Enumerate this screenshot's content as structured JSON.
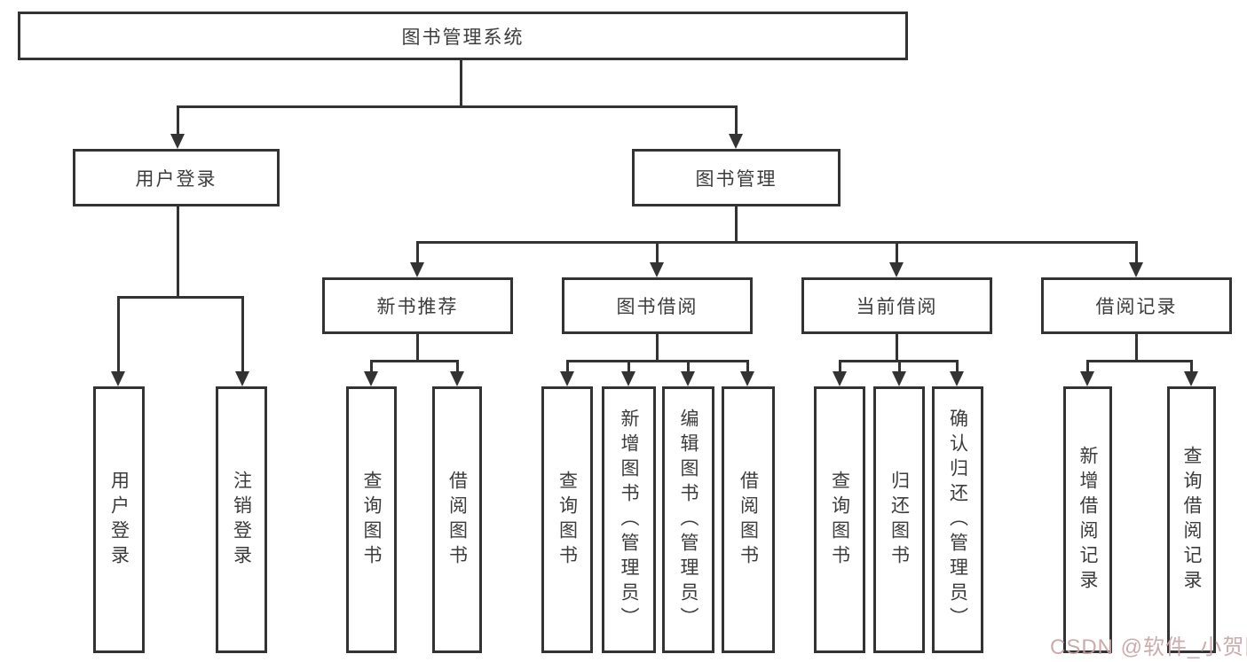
{
  "colors": {
    "line": "#333333",
    "text": "#3c3c3c",
    "watermark": "#c6a2a2"
  },
  "root": {
    "label": "图书管理系统"
  },
  "login": {
    "label": "用户登录",
    "children": [
      {
        "label": "用户登录"
      },
      {
        "label": "注销登录"
      }
    ]
  },
  "mgmt": {
    "label": "图书管理",
    "groups": [
      {
        "label": "新书推荐",
        "children": [
          {
            "label": "查询图书"
          },
          {
            "label": "借阅图书"
          }
        ]
      },
      {
        "label": "图书借阅",
        "children": [
          {
            "label": "查询图书"
          },
          {
            "label": "新增图书（管理员）"
          },
          {
            "label": "编辑图书（管理员）"
          },
          {
            "label": "借阅图书"
          }
        ]
      },
      {
        "label": "当前借阅",
        "children": [
          {
            "label": "查询图书"
          },
          {
            "label": "归还图书"
          },
          {
            "label": "确认归还（管理员）"
          }
        ]
      },
      {
        "label": "借阅记录",
        "children": [
          {
            "label": "新增借阅记录"
          },
          {
            "label": "查询借阅记录"
          }
        ]
      }
    ]
  },
  "watermark": {
    "text": "CSDN @软件_小贺同学"
  }
}
